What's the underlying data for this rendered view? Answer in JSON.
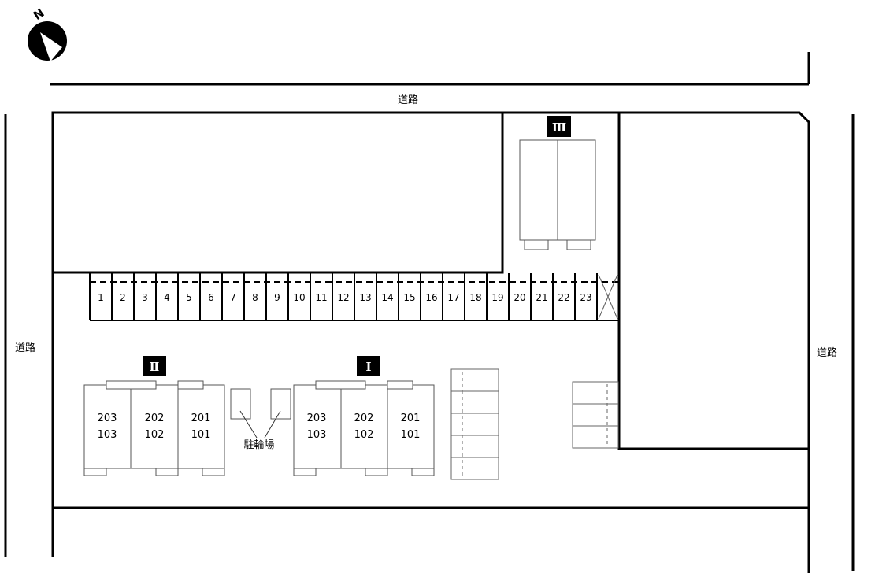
{
  "compass": {
    "letter": "N",
    "icon": "north-arrow-icon"
  },
  "roads": {
    "top": "道路",
    "left": "道路",
    "right": "道路"
  },
  "buildings": {
    "I": {
      "label": "Ⅰ",
      "units": [
        {
          "upper": "203",
          "lower": "103"
        },
        {
          "upper": "202",
          "lower": "102"
        },
        {
          "upper": "201",
          "lower": "101"
        }
      ]
    },
    "II": {
      "label": "Ⅱ",
      "units": [
        {
          "upper": "203",
          "lower": "103"
        },
        {
          "upper": "202",
          "lower": "102"
        },
        {
          "upper": "201",
          "lower": "101"
        }
      ]
    },
    "III": {
      "label": "Ⅲ"
    }
  },
  "bike_parking": "駐輪場",
  "parking_slots": [
    "1",
    "2",
    "3",
    "4",
    "5",
    "6",
    "7",
    "8",
    "9",
    "10",
    "11",
    "12",
    "13",
    "14",
    "15",
    "16",
    "17",
    "18",
    "19",
    "20",
    "21",
    "22",
    "23"
  ]
}
